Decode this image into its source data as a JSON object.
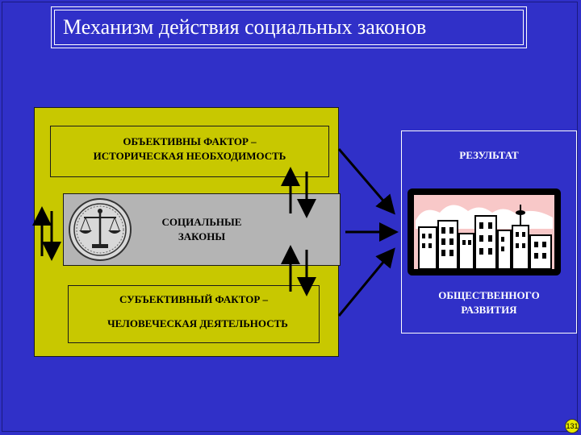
{
  "title": "Механизм действия социальных законов",
  "objective_factor": {
    "line1": "ОБЪЕКТИВНЫ ФАКТОР –",
    "line2": "ИСТОРИЧЕСКАЯ НЕОБХОДИМОСТЬ"
  },
  "social_laws": {
    "line1": "СОЦИАЛЬНЫЕ",
    "line2": "ЗАКОНЫ",
    "icon": "scales-of-justice-icon"
  },
  "subjective_factor": {
    "line1": "СУБЪЕКТИВНЫЙ ФАКТОР –",
    "line2": "ЧЕЛОВЕЧЕСКАЯ  ДЕЯТЕЛЬНОСТЬ"
  },
  "result": {
    "label": "РЕЗУЛЬТАТ",
    "icon": "city-skyline-icon",
    "line1": "ОБЩЕСТВЕННОГО",
    "line2": "РАЗВИТИЯ"
  },
  "page_number": "131",
  "colors": {
    "background": "#3030c8",
    "panel": "#c8c800",
    "laws_band": "#b4b4b4",
    "text_light": "#ffffff",
    "sky": "#f8c8c8"
  }
}
